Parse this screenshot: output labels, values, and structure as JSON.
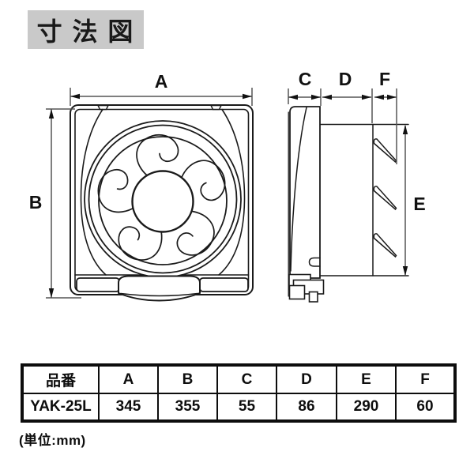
{
  "title": "寸 法 図",
  "diagram": {
    "front_view": {
      "width_label": "A",
      "height_label": "B"
    },
    "side_view": {
      "front_depth_label": "C",
      "body_depth_label": "D",
      "shutter_depth_label": "F",
      "opening_height_label": "E"
    }
  },
  "table": {
    "headers": [
      "品番",
      "A",
      "B",
      "C",
      "D",
      "E",
      "F"
    ],
    "rows": [
      [
        "YAK-25L",
        "345",
        "355",
        "55",
        "86",
        "290",
        "60"
      ]
    ]
  },
  "unit_note": "(単位:mm)",
  "colors": {
    "line": "#1a1a1a",
    "dimension_line": "#555555",
    "arrow": "#111111",
    "title_background": "#c9c9c9"
  }
}
